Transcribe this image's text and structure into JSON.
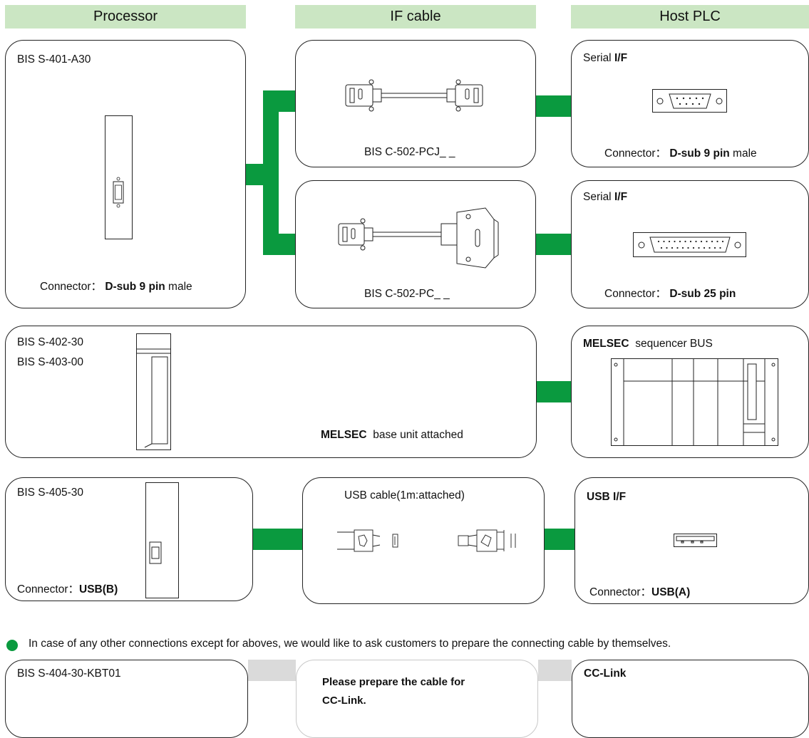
{
  "headers": {
    "processor": "Processor",
    "if_cable": "IF cable",
    "host_plc": "Host PLC"
  },
  "row1": {
    "processor_model": "BIS S-401-A30",
    "processor_connector_prefix": "Connector：",
    "processor_connector_bold": "D-sub 9 pin",
    "processor_connector_suffix": "male"
  },
  "row1a": {
    "cable_model": "BIS C-502-PCJ_ _",
    "host_title_prefix": "Serial",
    "host_title_bold": "I/F",
    "host_connector_prefix": "Connector：",
    "host_connector_bold": "D-sub 9 pin",
    "host_connector_suffix": "male"
  },
  "row1b": {
    "cable_model": "BIS C-502-PC_ _",
    "host_title_prefix": "Serial",
    "host_title_bold": "I/F",
    "host_connector_prefix": "Connector：",
    "host_connector_bold": "D-sub 25 pin"
  },
  "row2": {
    "processor_model_1": "BIS S-402-30",
    "processor_model_2": "BIS S-403-00",
    "processor_note_bold": "MELSEC",
    "processor_note_rest": "base unit attached",
    "host_title_bold": "MELSEC",
    "host_title_rest": "sequencer BUS"
  },
  "row3": {
    "processor_model": "BIS S-405-30",
    "processor_connector_prefix": "Connector：",
    "processor_connector_bold": "USB(B)",
    "cable_label": "USB cable(1m:attached)",
    "host_title": "USB I/F",
    "host_connector_prefix": "Connector：",
    "host_connector_bold": "USB(A)"
  },
  "note": "In case of any other connections except for aboves, we would like to ask customers to prepare the connecting cable by themselves.",
  "row4": {
    "processor_model": "BIS S-404-30-KBT01",
    "cable_text_1": "Please prepare the cable for",
    "cable_text_2": "CC-Link.",
    "host_title": "CC-Link"
  },
  "colors": {
    "header_bg": "#cbe6c3",
    "connector_green": "#0a9a3f",
    "connector_gray": "#dadada"
  }
}
